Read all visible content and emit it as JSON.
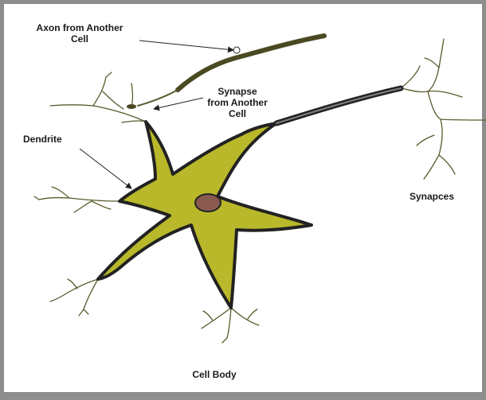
{
  "labels": {
    "axon_line1": "Axon from Another",
    "axon_line2": "Cell",
    "synapse_line1": "Synapse",
    "synapse_line2": "from Another",
    "synapse_line3": "Cell",
    "dendrite": "Dendrite",
    "synapces": "Synapces",
    "cell_body": "Cell Body"
  },
  "colors": {
    "cell_fill": "#b9b82a",
    "outline": "#222222",
    "nucleus": "#8a5a50",
    "branch": "#5b5a2e",
    "incoming_axon": "#4a4a22"
  }
}
